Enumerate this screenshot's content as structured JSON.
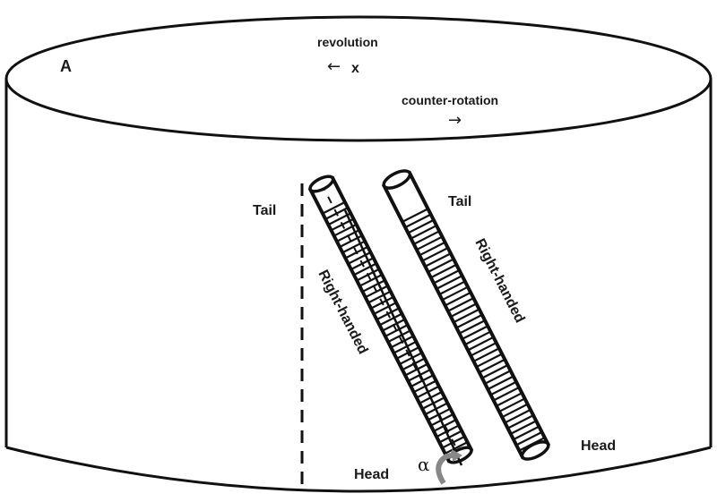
{
  "panel": {
    "letter": "A"
  },
  "top_labels": {
    "revolution": "revolution",
    "revolution_arrow": "←",
    "revolution_mark": "x",
    "counter_rotation": "counter-rotation",
    "counter_rotation_arrow": "→"
  },
  "tubes": [
    {
      "tail_label": "Tail",
      "head_label": "Head",
      "handedness_label": "Right-handed"
    },
    {
      "tail_label": "Tail",
      "head_label": "Head",
      "handedness_label": "Right-handed"
    }
  ],
  "angle_symbol": "α"
}
